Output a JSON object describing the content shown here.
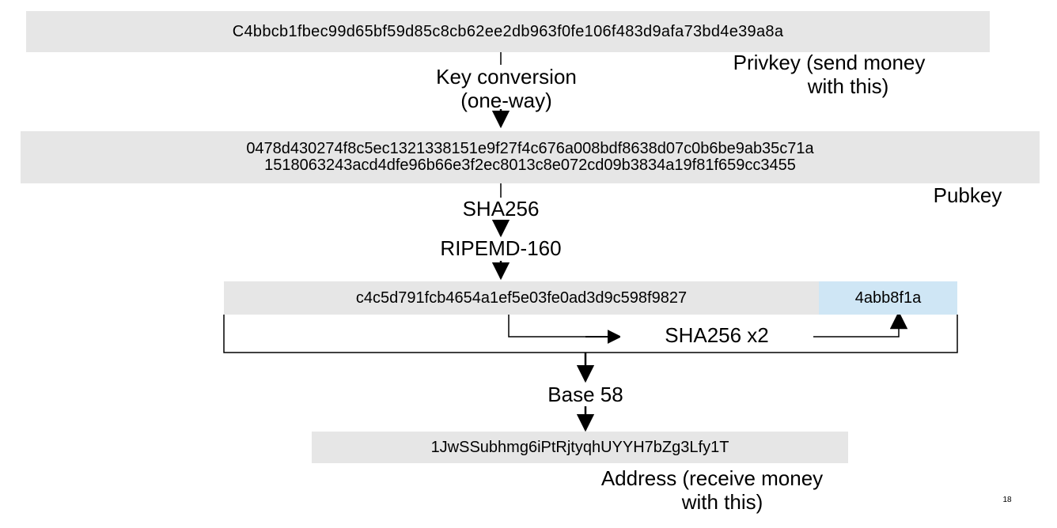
{
  "privkey": {
    "value": "C4bbcb1fbec99d65bf59d85c8cb62ee2db963f0fe106f483d9afa73bd4e39a8a",
    "label_line1": "Privkey (send money",
    "label_line2": "with this)"
  },
  "step1": {
    "line1": "Key conversion",
    "line2": "(one-way)"
  },
  "pubkey": {
    "line1": "0478d430274f8c5ec1321338151e9f27f4c676a008bdf8638d07c0b6be9ab35c71a",
    "line2": "1518063243acd4dfe96b66e3f2ec8013c8e072cd09b3834a19f81f659cc3455",
    "label": "Pubkey"
  },
  "step2": "SHA256",
  "step3": "RIPEMD-160",
  "hash160": {
    "value": "c4c5d791fcb4654a1ef5e03fe0ad3d9c598f9827",
    "checksum": "4abb8f1a",
    "checksum_color": "#cfe6f5"
  },
  "checksum_step": "SHA256 x2",
  "step4": "Base 58",
  "address": {
    "value": "1JwSSubhmg6iPtRjtyqhUYYH7bZg3Lfy1T",
    "label_line1": "Address (receive money",
    "label_line2": "with this)"
  },
  "page_number": "18"
}
